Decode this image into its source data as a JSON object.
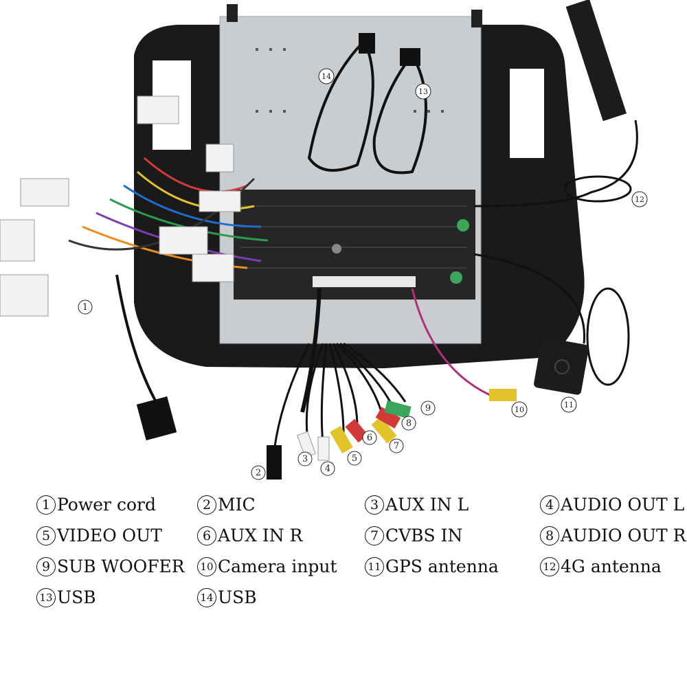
{
  "photo": {
    "callouts": [
      {
        "id": "1",
        "text": "1"
      },
      {
        "id": "2",
        "text": "2"
      },
      {
        "id": "3",
        "text": "3"
      },
      {
        "id": "4",
        "text": "4"
      },
      {
        "id": "5",
        "text": "5"
      },
      {
        "id": "6",
        "text": "6"
      },
      {
        "id": "7",
        "text": "7"
      },
      {
        "id": "8",
        "text": "8"
      },
      {
        "id": "9",
        "text": "9"
      },
      {
        "id": "10",
        "text": "10"
      },
      {
        "id": "11",
        "text": "11"
      },
      {
        "id": "12",
        "text": "12"
      },
      {
        "id": "13",
        "text": "13"
      },
      {
        "id": "14",
        "text": "14"
      }
    ],
    "colors": {
      "frame": "#1a1a1a",
      "metal": "#c9cdd0",
      "wire_red": "#d23a3a",
      "wire_yellow": "#e2c32a",
      "wire_white": "#f2f2f2",
      "connector_green": "#3ba55c"
    }
  },
  "legend": [
    {
      "num": "1",
      "label": "Power cord"
    },
    {
      "num": "2",
      "label": "MIC"
    },
    {
      "num": "3",
      "label": "AUX IN L"
    },
    {
      "num": "4",
      "label": "AUDIO OUT L"
    },
    {
      "num": "5",
      "label": "VIDEO OUT"
    },
    {
      "num": "6",
      "label": "AUX IN R"
    },
    {
      "num": "7",
      "label": "CVBS IN"
    },
    {
      "num": "8",
      "label": "AUDIO OUT R"
    },
    {
      "num": "9",
      "label": "SUB WOOFER"
    },
    {
      "num": "10",
      "label": "Camera input"
    },
    {
      "num": "11",
      "label": "GPS antenna"
    },
    {
      "num": "12",
      "label": "4G antenna"
    },
    {
      "num": "13",
      "label": "USB"
    },
    {
      "num": "14",
      "label": "USB"
    }
  ]
}
